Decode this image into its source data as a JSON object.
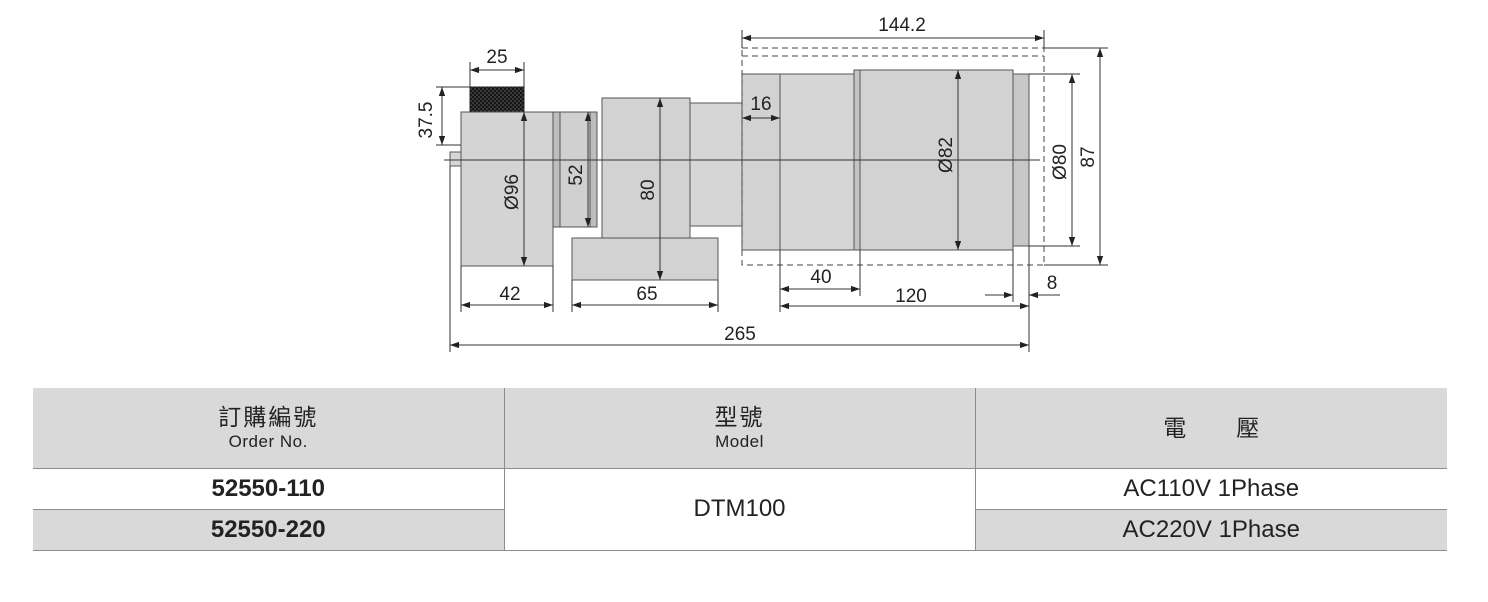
{
  "drawing": {
    "dimensions": {
      "d_25": "25",
      "d_37_5": "37.5",
      "d_96": "Ø96",
      "d_52": "52",
      "d_80": "80",
      "d_16": "16",
      "d_144_2": "144.2",
      "d_82": "Ø82",
      "d_80dia": "Ø80",
      "d_87": "87",
      "d_42": "42",
      "d_65": "65",
      "d_40": "40",
      "d_120": "120",
      "d_8": "8",
      "d_265": "265"
    }
  },
  "table": {
    "headers": [
      {
        "cn": "訂購編號",
        "en": "Order No."
      },
      {
        "cn": "型號",
        "en": "Model"
      },
      {
        "cn": "電壓",
        "en": ""
      }
    ],
    "rows": [
      {
        "order": "52550-110",
        "voltage": "AC110V 1Phase"
      },
      {
        "order": "52550-220",
        "voltage": "AC220V 1Phase"
      }
    ],
    "model": "DTM100"
  }
}
